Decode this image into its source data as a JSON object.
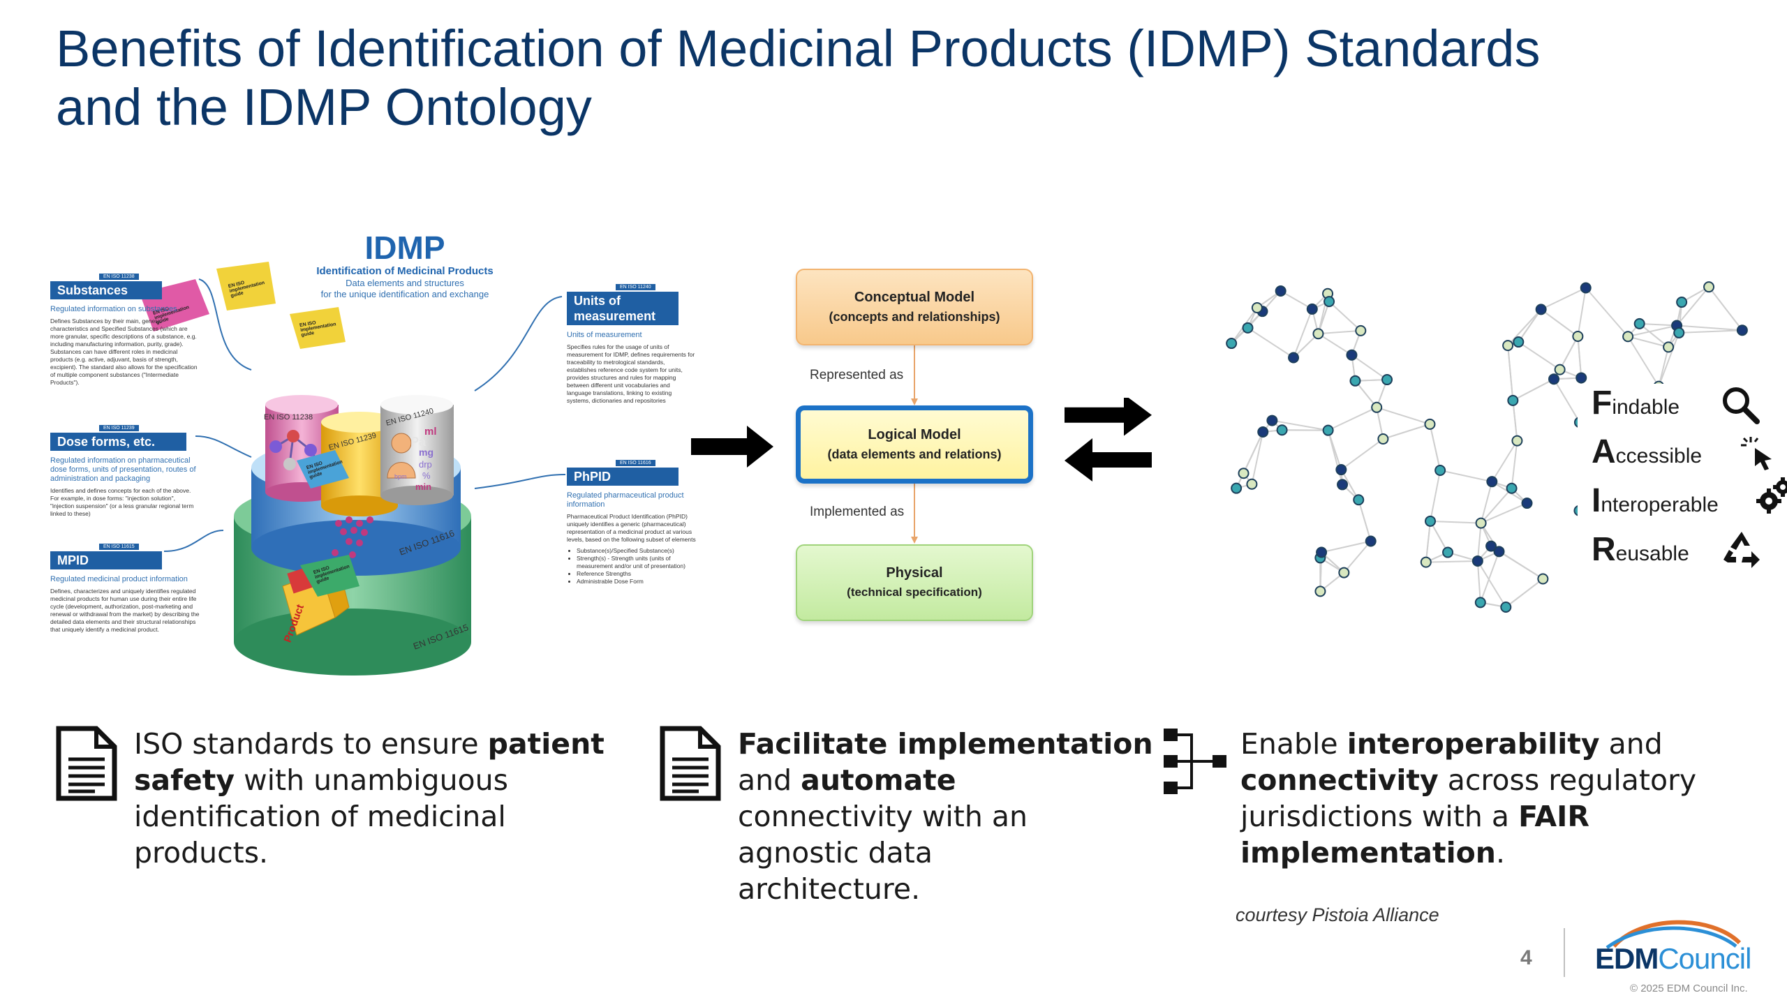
{
  "title": {
    "line1": "Benefits of Identification of Medicinal Products (IDMP) Standards",
    "line2": "and the IDMP Ontology"
  },
  "idmp": {
    "heading": "IDMP",
    "subheading": "Identification of Medicinal Products",
    "subline1": "Data elements and structures",
    "subline2": "for the unique identification and exchange",
    "labels": [
      {
        "tag": "EN ISO 11238",
        "name": "Substances",
        "caption": "Regulated information on substances",
        "desc": "Defines Substances by their main, general characteristics and Specified Substances (which are more granular, specific descriptions of a substance, e.g. including manufacturing information, purity, grade). Substances can have different roles in medicinal products (e.g. active, adjuvant, basis of strength, excipient). The standard also allows for the specification of multiple component substances (\"Intermediate Products\")."
      },
      {
        "tag": "EN ISO 11239",
        "name": "Dose forms, etc.",
        "caption": "Regulated information on pharmaceutical dose forms, units of presentation, routes of administration and packaging",
        "desc": "Identifies and defines concepts for each of the above. For example, in dose forms: \"injection solution\", \"injection suspension\" (or a less granular regional term linked to these)"
      },
      {
        "tag": "EN ISO 11615",
        "name": "MPID",
        "caption": "Regulated medicinal product information",
        "desc": "Defines, characterizes and uniquely identifies regulated medicinal products for human use during their entire life cycle (development, authorization, post-marketing and renewal or withdrawal from the market) by describing the detailed data elements and their structural relationships that uniquely identify a medicinal product."
      },
      {
        "tag": "EN ISO 11240",
        "name": "Units of measurement",
        "caption": "Units of measurement",
        "desc": "Specifies rules for the usage of units of measurement for IDMP, defines requirements for traceability to metrological standards, establishes reference code system for units, provides structures and rules for mapping between different unit vocabularies and language translations, linking to existing systems, dictionaries and repositories"
      },
      {
        "tag": "EN ISO 11616",
        "name": "PhPID",
        "caption": "Regulated pharmaceutical product information",
        "desc": "Pharmaceutical Product Identification (PhPID) uniquely identifies a generic (pharmaceutical) representation of a medicinal product at various levels, based on the following subset of elements"
      }
    ],
    "phpid_items": [
      "Substance(s)/Specified Substance(s)",
      "Strength(s) - Strength units (units of measurement and/or unit of presentation)",
      "Reference Strengths",
      "Administrable Dose Form"
    ],
    "guide_label": "EN ISO implementation guide",
    "cylinder_labels": [
      "EN ISO 11238",
      "EN ISO 11239",
      "EN ISO 11240",
      "EN ISO 11616",
      "EN ISO 11615"
    ],
    "product_label": "Product",
    "units": [
      "ml",
      "Pa",
      "mg",
      "drp",
      "%",
      "min",
      "bpm"
    ]
  },
  "model": {
    "conceptual_line1": "Conceptual Model",
    "conceptual_line2": "(concepts and relationships)",
    "represented": "Represented as",
    "logical_line1": "Logical Model",
    "logical_line2": "(data elements and relations)",
    "implemented": "Implemented as",
    "physical_line1": "Physical",
    "physical_line2": "(technical specification)"
  },
  "fair": [
    {
      "cap": "F",
      "rest": "indable",
      "icon": "magnifier-icon"
    },
    {
      "cap": "A",
      "rest": "ccessible",
      "icon": "cursor-click-icon"
    },
    {
      "cap": "I",
      "rest": "nteroperable",
      "icon": "gears-icon"
    },
    {
      "cap": "R",
      "rest": "eusable",
      "icon": "recycle-icon"
    }
  ],
  "benefits": [
    {
      "icon": "document-icon",
      "parts": [
        {
          "t": "ISO standards to ensure ",
          "b": false
        },
        {
          "t": "patient",
          "b": true
        },
        {
          "t": "\nsafety",
          "b": true
        },
        {
          "t": " with unambiguous\nidentification of medicinal\nproducts.",
          "b": false
        }
      ]
    },
    {
      "icon": "document-icon",
      "parts": [
        {
          "t": "Facilitate implementation",
          "b": true
        },
        {
          "t": "\nand ",
          "b": false
        },
        {
          "t": "automate",
          "b": true
        },
        {
          "t": "\nconnectivity with an\nagnostic data\narchitecture.",
          "b": false
        }
      ]
    },
    {
      "icon": "hierarchy-icon",
      "parts": [
        {
          "t": "Enable ",
          "b": false
        },
        {
          "t": "interoperability",
          "b": true
        },
        {
          "t": " and\n",
          "b": false
        },
        {
          "t": "connectivity",
          "b": true
        },
        {
          "t": " across regulatory\njurisdictions with a ",
          "b": false
        },
        {
          "t": "FAIR",
          "b": true
        },
        {
          "t": "\nimplementation",
          "b": true
        },
        {
          "t": ".",
          "b": false
        }
      ]
    }
  ],
  "courtesy": "courtesy Pistoia Alliance",
  "page_number": "4",
  "logo": {
    "part1": "EDM",
    "part2": "Council"
  },
  "copyright": "© 2025 EDM Council Inc.",
  "colors": {
    "title": "#0b3566",
    "accent": "#1f5fa3",
    "logical_border": "#1c72c7",
    "node_dark": "#1a3a7a",
    "node_teal": "#3aa7b0"
  }
}
